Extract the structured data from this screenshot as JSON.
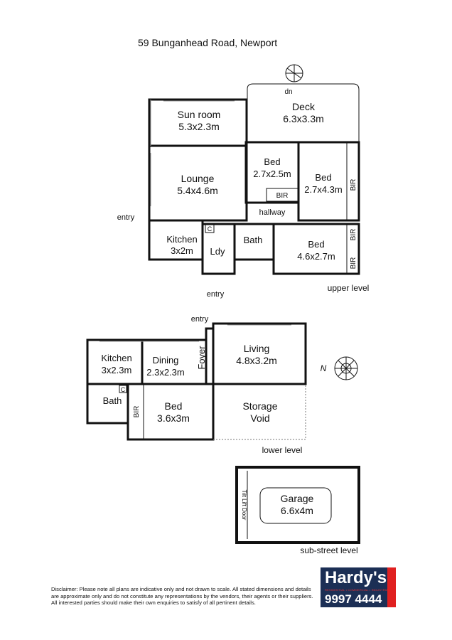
{
  "title": "59 Bunganhead Road, Newport",
  "upper": {
    "label": "upper level",
    "rooms": [
      {
        "name": "Sun room",
        "dim": "5.3x2.3m"
      },
      {
        "name": "Deck",
        "dim": "6.3x3.3m"
      },
      {
        "name": "Lounge",
        "dim": "5.4x4.6m"
      },
      {
        "name": "Bed",
        "dim": "2.7x2.5m"
      },
      {
        "name": "Bed",
        "dim": "2.7x4.3m"
      },
      {
        "name": "Kitchen",
        "dim": "3x2m"
      },
      {
        "name": "Ldy",
        "dim": ""
      },
      {
        "name": "Bath",
        "dim": ""
      },
      {
        "name": "Bed",
        "dim": "4.6x2.7m"
      }
    ],
    "hallway": "hallway",
    "bir": "BIR",
    "dn": "dn",
    "entry": "entry",
    "c": "C"
  },
  "lower": {
    "label": "lower level",
    "rooms": [
      {
        "name": "Kitchen",
        "dim": "3x2.3m"
      },
      {
        "name": "Dining",
        "dim": "2.3x2.3m"
      },
      {
        "name": "Foyer",
        "dim": ""
      },
      {
        "name": "Living",
        "dim": "4.8x3.2m"
      },
      {
        "name": "Bath",
        "dim": ""
      },
      {
        "name": "Bed",
        "dim": "3.6x3m"
      },
      {
        "name": "Storage",
        "dim": "Void"
      }
    ],
    "entry": "entry",
    "bir": "BIR",
    "c": "C"
  },
  "garage": {
    "label": "sub-street level",
    "name": "Garage",
    "dim": "6.6x4m",
    "door": "Tilt Lift Door"
  },
  "compass": "N",
  "disclaimer": "Disclaimer: Please note all plans are indicative only and not drawn to scale. All stated dimensions and details are approximate only and do not constitute any representations by the vendors, their agents or their suppliers. All interested parties should make their own enquiries to satisfy of all pertinent details.",
  "agency": {
    "name": "Hardy's",
    "tagline": "RESIDENTIAL • COMMERCIAL • INDUSTRIAL",
    "phone": "9997 4444",
    "brand_color": "#1c2f55",
    "accent": "#e02020"
  }
}
